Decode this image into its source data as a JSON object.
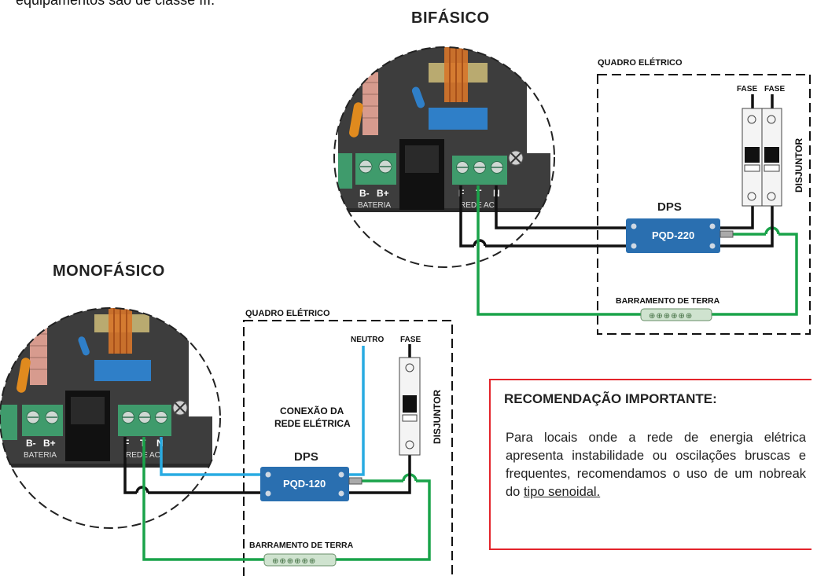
{
  "intro_text": "equipamentos são de classe III.",
  "bifasico": {
    "title": "BIFÁSICO",
    "quadro_label": "QUADRO ELÉTRICO",
    "fase1": "FASE",
    "fase2": "FASE",
    "disjuntor_label": "DISJUNTOR",
    "dps_label": "DPS",
    "dps_model": "PQD-220",
    "terra_label": "BARRAMENTO DE TERRA",
    "term_bminus": "B-",
    "term_bplus": "B+",
    "bateria_label": "BATERIA",
    "term_f": "F",
    "term_t": "T",
    "term_n": "N",
    "rede_label": "REDE AC"
  },
  "monofasico": {
    "title": "MONOFÁSICO",
    "quadro_label": "QUADRO ELÉTRICO",
    "neutro_label": "NEUTRO",
    "fase_label": "FASE",
    "disjuntor_label": "DISJUNTOR",
    "conexao_line1": "CONEXÃO DA",
    "conexao_line2": "REDE ELÉTRICA",
    "dps_label": "DPS",
    "dps_model": "PQD-120",
    "terra_label": "BARRAMENTO DE TERRA",
    "term_bminus": "B-",
    "term_bplus": "B+",
    "bateria_label": "BATERIA",
    "term_f": "F",
    "term_t": "T",
    "term_n": "N",
    "rede_label": "REDE AC"
  },
  "recommendation": {
    "title": "RECOMENDAÇÃO IMPORTANTE:",
    "body": "Para locais onde a rede de energia elétrica apresenta instabilidade ou oscilações bruscas e frequentes, recomendamos o uso de um nobreak do ",
    "body_underlined": "tipo senoidal."
  },
  "colors": {
    "board": "#3a3a3a",
    "terminal_green": "#3f9b6c",
    "wire_green": "#1aa34a",
    "wire_blue": "#29abe2",
    "wire_black": "#111111",
    "dps_blue": "#2a6fb0",
    "accent_red": "#e3242b"
  }
}
